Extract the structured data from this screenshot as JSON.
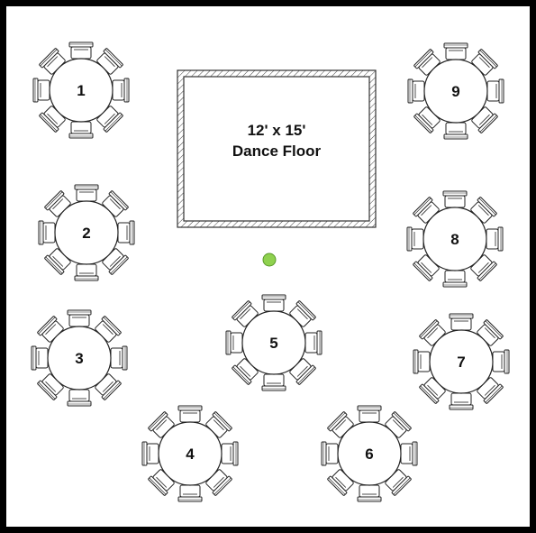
{
  "dance_floor": {
    "size_label": "12' x 15'",
    "name_label": "Dance Floor"
  },
  "tables": [
    {
      "label": "1"
    },
    {
      "label": "2"
    },
    {
      "label": "3"
    },
    {
      "label": "4"
    },
    {
      "label": "5"
    },
    {
      "label": "6"
    },
    {
      "label": "7"
    },
    {
      "label": "8"
    },
    {
      "label": "9"
    }
  ],
  "chairs_per_table": 8,
  "colors": {
    "border": "#000000",
    "line": "#222222",
    "marker": "#8fd14f",
    "marker_stroke": "#5a9a2a"
  }
}
